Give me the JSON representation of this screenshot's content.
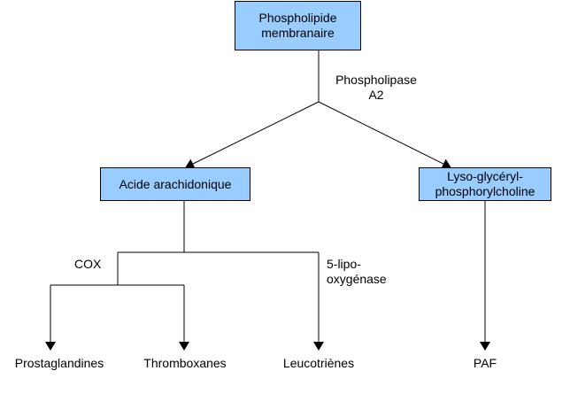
{
  "colors": {
    "box_fill": "#99ccff",
    "stroke": "#000000",
    "background": "#ffffff"
  },
  "nodes": {
    "phospholipide": "Phospholipide\nmembranaire",
    "acide_arachidonique": "Acide arachidonique",
    "lyso": "Lyso-glycéryl-\nphosphorylcholine"
  },
  "enzymes": {
    "phospholipase": "Phospholipase\nA2",
    "cox": "COX",
    "lipoxygenase": "5-lipo-\noxygénase"
  },
  "products": {
    "prostaglandines": "Prostaglandines",
    "thromboxanes": "Thromboxanes",
    "leucotrienes": "Leucotriènes",
    "paf": "PAF"
  }
}
